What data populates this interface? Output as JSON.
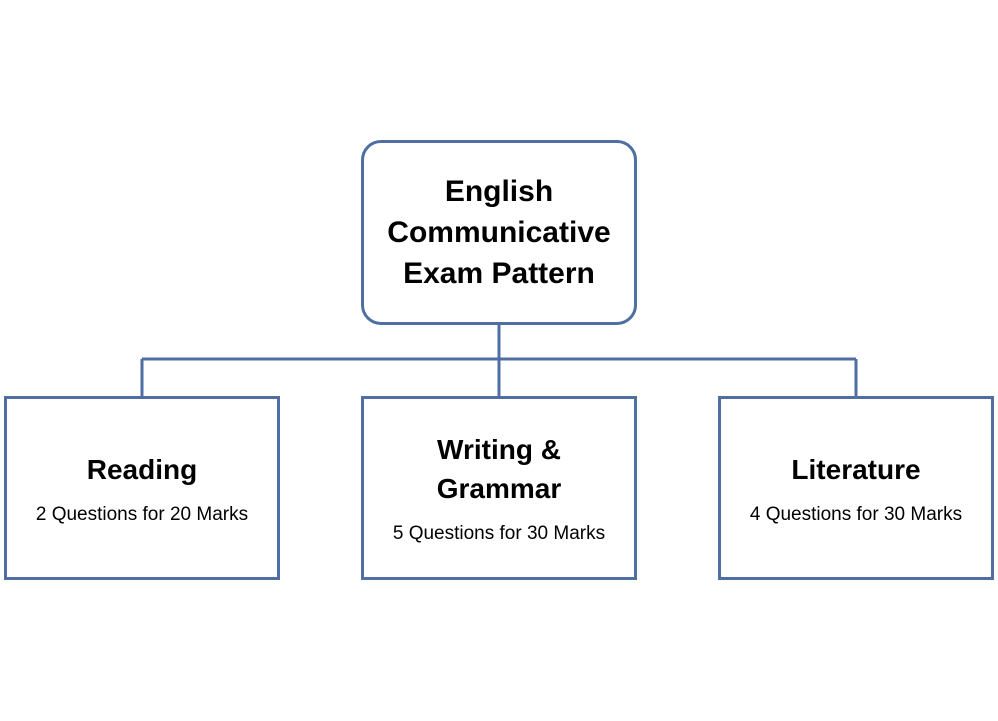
{
  "root": {
    "title": "English\nCommunicative\nExam Pattern"
  },
  "children": [
    {
      "title": "Reading",
      "subtitle": "2 Questions for 20 Marks"
    },
    {
      "title": "Writing &\nGrammar",
      "subtitle": "5 Questions for 30 Marks"
    },
    {
      "title": "Literature",
      "subtitle": "4 Questions for 30 Marks"
    }
  ],
  "colors": {
    "border": "#4f6fa3",
    "connector": "#4f6fa3",
    "text": "#000000",
    "background": "#ffffff"
  }
}
